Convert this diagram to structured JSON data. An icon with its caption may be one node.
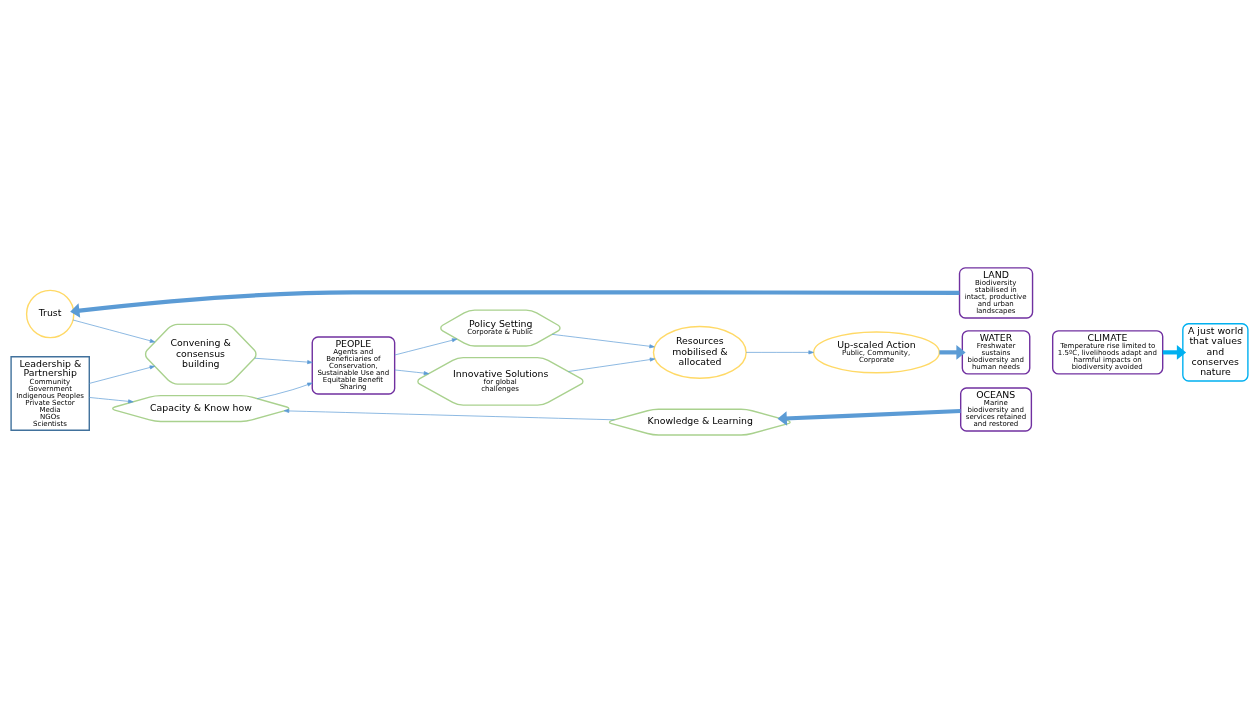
{
  "diagram": {
    "nodes": [
      {
        "text": [
          "Leadership & Partnership",
          "Community",
          "Government",
          "Indigenous Peoples",
          "Private Sector",
          "Media",
          "NGOs",
          "Scientists"
        ]
      },
      {
        "text": [
          "Trust"
        ]
      },
      {
        "text": [
          "Convening & consensus building"
        ]
      },
      {
        "text": [
          "PEOPLE",
          "Agents and Beneficiaries of Conservation, Sustainable Use and Equitable Benefit Sharing"
        ]
      },
      {
        "text": [
          "Capacity & Know how"
        ]
      },
      {
        "text": [
          "Policy Setting",
          "Corporate & Public"
        ]
      },
      {
        "text": [
          "Innovative Solutions",
          "for global challenges"
        ]
      },
      {
        "text": [
          "Resources mobilised & allocated"
        ]
      },
      {
        "text": [
          "Up-scaled Action",
          "Public, Community, Corporate"
        ]
      },
      {
        "text": [
          "LAND",
          "Biodiversity stabilised in intact, productive and urban landscapes"
        ]
      },
      {
        "text": [
          "WATER",
          "Freshwater sustains biodiversity and human needs"
        ]
      },
      {
        "text": [
          "OCEANS",
          "Marine biodiversity and services retained and restored"
        ]
      },
      {
        "text": [
          "CLIMATE",
          "Temperature rise limited to 1.5ºC, livelihoods adapt and harmful impacts on biodiversity avoided"
        ]
      },
      {
        "text": [
          "A just world that values and conserves nature"
        ]
      },
      {
        "text": [
          "Knowledge & Learning"
        ]
      }
    ],
    "edges": [
      {
        "from": 9,
        "to": 1,
        "arrow": "to",
        "style": "thick"
      },
      {
        "from": 1,
        "to": 2,
        "arrow": "to"
      },
      {
        "from": 0,
        "to": 2,
        "arrow": "to"
      },
      {
        "from": 2,
        "to": 3,
        "arrow": "to"
      },
      {
        "from": 0,
        "to": 4,
        "arrow": "to"
      },
      {
        "from": 4,
        "to": 3,
        "arrow": "to"
      },
      {
        "from": 3,
        "to": 5,
        "arrow": "to"
      },
      {
        "from": 3,
        "to": 6,
        "arrow": "to"
      },
      {
        "from": 5,
        "to": 7,
        "arrow": "to"
      },
      {
        "from": 6,
        "to": 7,
        "arrow": "to"
      },
      {
        "from": 7,
        "to": 8,
        "arrow": "to"
      },
      {
        "from": 8,
        "to": 10,
        "arrow": "to",
        "style": "thick"
      },
      {
        "from": 12,
        "to": 13,
        "arrow": "to",
        "style": "thick",
        "color": "#00b0f0"
      },
      {
        "from": 11,
        "to": 14,
        "arrow": "to",
        "style": "thick"
      },
      {
        "from": 14,
        "to": 4,
        "arrow": "to"
      }
    ]
  }
}
